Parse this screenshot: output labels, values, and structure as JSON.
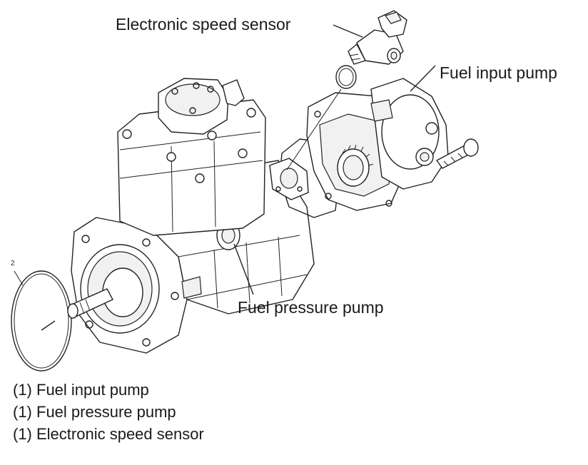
{
  "callouts": {
    "electronic_speed_sensor": "Electronic speed sensor",
    "fuel_input_pump": "Fuel input pump",
    "fuel_pressure_pump": "Fuel pressure pump",
    "oring_number": "2"
  },
  "legend": [
    "(1) Fuel input pump",
    "(1) Fuel pressure pump",
    "(1) Electronic speed sensor"
  ]
}
